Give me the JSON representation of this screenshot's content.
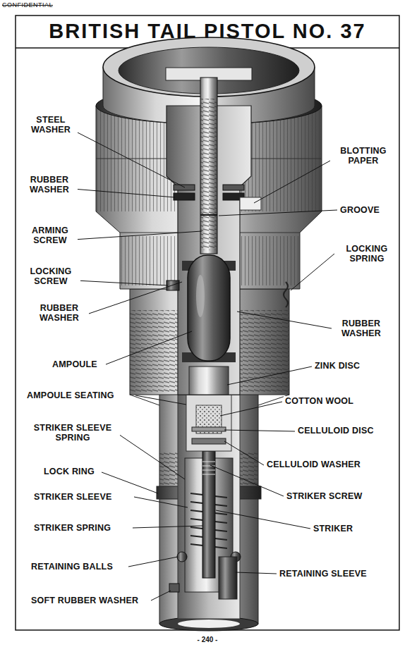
{
  "diagram": {
    "title": "BRITISH TAIL PISTOL NO. 37",
    "labels": [
      "CONFIDENTIAL",
      "STEEL WASHER",
      "RUBBER WASHER",
      "ARMING SCREW",
      "LOCKING SCREW",
      "RUBBER WASHER",
      "AMPOULE",
      "AMPOULE SEATING",
      "STRIKER SLEEVE SPRING",
      "LOCK RING",
      "STRIKER SLEEVE",
      "STRIKER SPRING",
      "RETAINING BALLS",
      "SOFT RUBBER WASHER",
      "BLOTTING PAPER",
      "GROOVE",
      "LOCKING SPRING",
      "RUBBER WASHER",
      "ZINK DISC",
      "COTTON WOOL",
      "CELLULOID DISC",
      "CELLULOID WASHER",
      "STRIKER SCREW",
      "STRIKER",
      "RETAINING SLEEVE",
      "- 240 -"
    ]
  }
}
